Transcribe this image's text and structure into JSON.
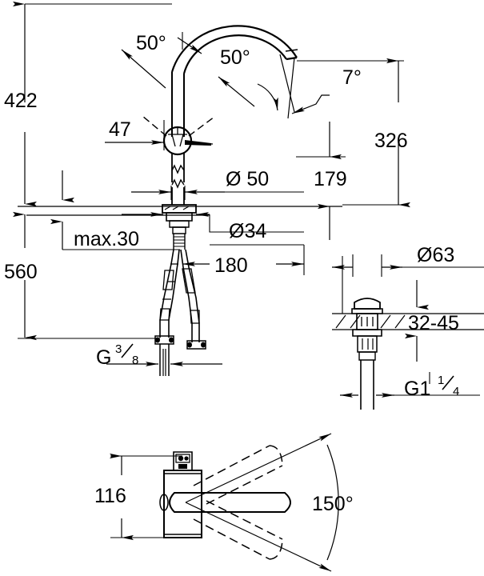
{
  "drawing": {
    "title": "Faucet installation technical drawing",
    "units": "mm",
    "line_color": "#000000",
    "background": "#ffffff",
    "views": [
      {
        "name": "front-elevation",
        "description": "Single-lever basin mixer front view with swivel arcs"
      },
      {
        "name": "drain-detail",
        "description": "Push-open pop-up waste drain assembly"
      },
      {
        "name": "top-view",
        "description": "Plan view showing spout swivel range"
      }
    ],
    "dimensions": {
      "total_height_above_counter": "422",
      "height_below_counter": "560",
      "handle_offset": "47",
      "spout_outlet_height": "326",
      "base_to_body_height": "179",
      "body_diameter": "Ø 50",
      "base_diameter": "Ø34",
      "counter_thickness": "max.30",
      "spout_reach": "180",
      "supply_thread_label": "G",
      "supply_thread_fraction_num": "3",
      "supply_thread_fraction_den": "8",
      "drain_flange_diameter": "Ø63",
      "drain_basin_thickness": "32-45",
      "drain_thread_label": "G1",
      "drain_thread_fraction_num": "1",
      "drain_thread_fraction_den": "4",
      "top_view_width": "116",
      "swivel_angle_total": "150°",
      "lever_angle_left": "50°",
      "lever_angle_right": "50°",
      "spout_outlet_angle": "7°"
    }
  }
}
